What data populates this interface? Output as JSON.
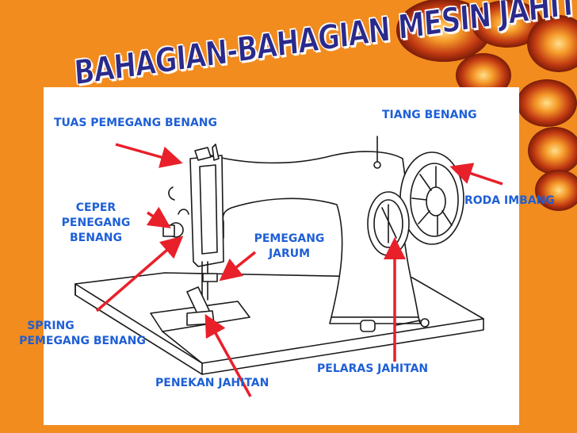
{
  "title": "BAHAGIAN-BAHAGIAN MESIN JAHIT",
  "labels": {
    "tuas_pemegang_benang": "TUAS PEMEGANG BENANG",
    "tiang_benang": "TIANG BENANG",
    "roda_imbang": "RODA IMBANG",
    "ceper_pemegang_benang": [
      "CEPER",
      "PENEGANG",
      "BENANG"
    ],
    "pemegang_jarum": [
      "PEMEGANG",
      "JARUM"
    ],
    "spring_pemegang_benang": [
      "SPRING",
      "PEMEGANG BENANG"
    ],
    "pelaras_jahitan": "PELARAS JAHITAN",
    "penekan_jahitan": "PENEKAN JAHITAN"
  },
  "colors": {
    "background": "#F28C1E",
    "panel": "#FFFFFF",
    "title": "#2A2A8C",
    "label": "#1E5FD6",
    "arrow": "#E8202A",
    "drawing": "#1A1A1A",
    "ornament": "#C23A12"
  }
}
